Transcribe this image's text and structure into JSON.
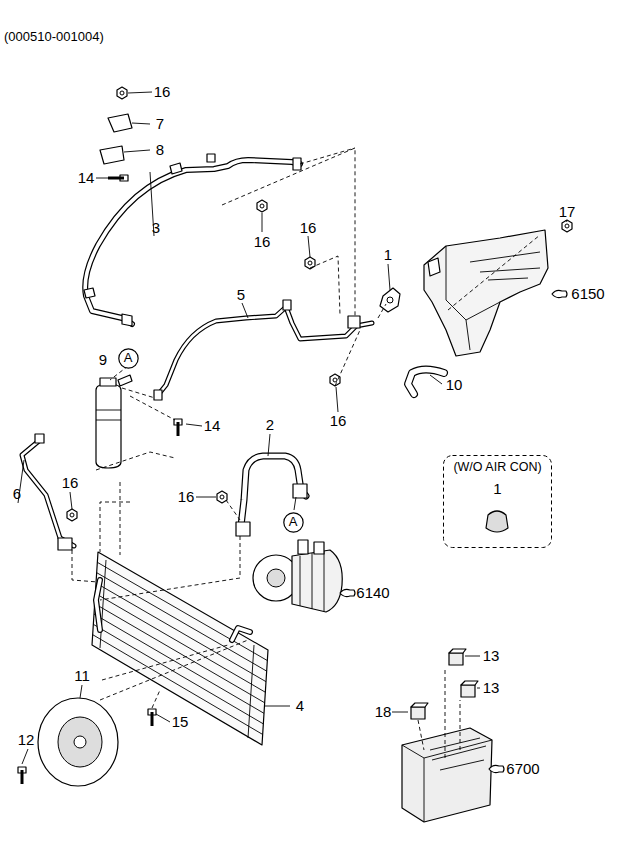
{
  "diagram": {
    "title": "(000510-001004)",
    "nodes": [
      {
        "text": [
          "A"
        ]
      },
      {
        "text": [
          "A"
        ]
      },
      {
        "text": [
          "(W/O AIR CON)",
          "1"
        ]
      }
    ],
    "labels": [
      "16",
      "7",
      "8",
      "14",
      "3",
      "16",
      "16",
      "17",
      "1",
      "5",
      "6150",
      "9",
      "10",
      "16",
      "14",
      "2",
      "6",
      "16",
      "16",
      "6140",
      "11",
      "4",
      "12",
      "15",
      "13",
      "13",
      "18",
      "6700"
    ]
  }
}
